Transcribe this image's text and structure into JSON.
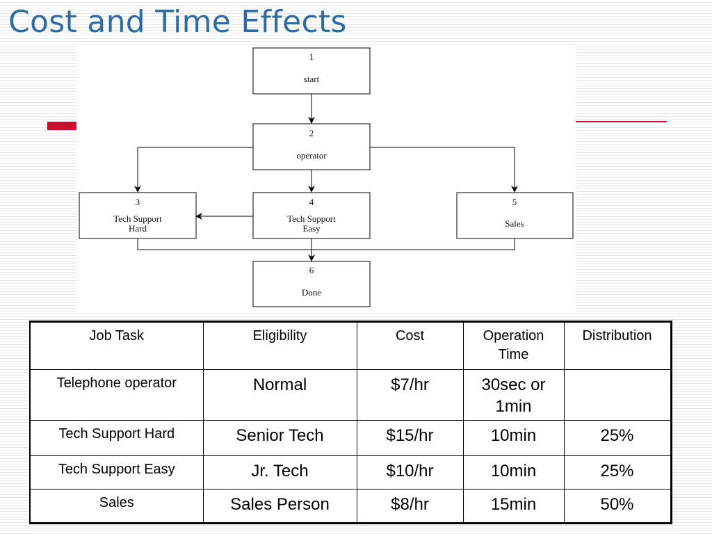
{
  "slide": {
    "title": "Cost and Time Effects"
  },
  "flowchart": {
    "boxes": [
      {
        "id": "1",
        "label_lines": [
          "start"
        ]
      },
      {
        "id": "2",
        "label_lines": [
          "operator"
        ]
      },
      {
        "id": "3",
        "label_lines": [
          "Tech Support",
          "Hard"
        ]
      },
      {
        "id": "4",
        "label_lines": [
          "Tech Support",
          "Easy"
        ]
      },
      {
        "id": "5",
        "label_lines": [
          "Sales"
        ]
      },
      {
        "id": "6",
        "label_lines": [
          "Done"
        ]
      }
    ]
  },
  "table": {
    "headers": [
      "Job Task",
      "Eligibility",
      "Cost",
      "Operation Time",
      "Distribution"
    ],
    "rows": [
      {
        "task": "Telephone operator",
        "eligibility": "Normal",
        "cost": "$7/hr",
        "time": "30sec or 1min",
        "distribution": ""
      },
      {
        "task": "Tech Support Hard",
        "eligibility": "Senior Tech",
        "cost": "$15/hr",
        "time": "10min",
        "distribution": "25%"
      },
      {
        "task": "Tech Support Easy",
        "eligibility": "Jr. Tech",
        "cost": "$10/hr",
        "time": "10min",
        "distribution": "25%"
      },
      {
        "task": "Sales",
        "eligibility": "Sales Person",
        "cost": "$8/hr",
        "time": "15min",
        "distribution": "50%"
      }
    ]
  },
  "colors": {
    "title": "#2e6ba3",
    "accent": "#c8102e"
  }
}
